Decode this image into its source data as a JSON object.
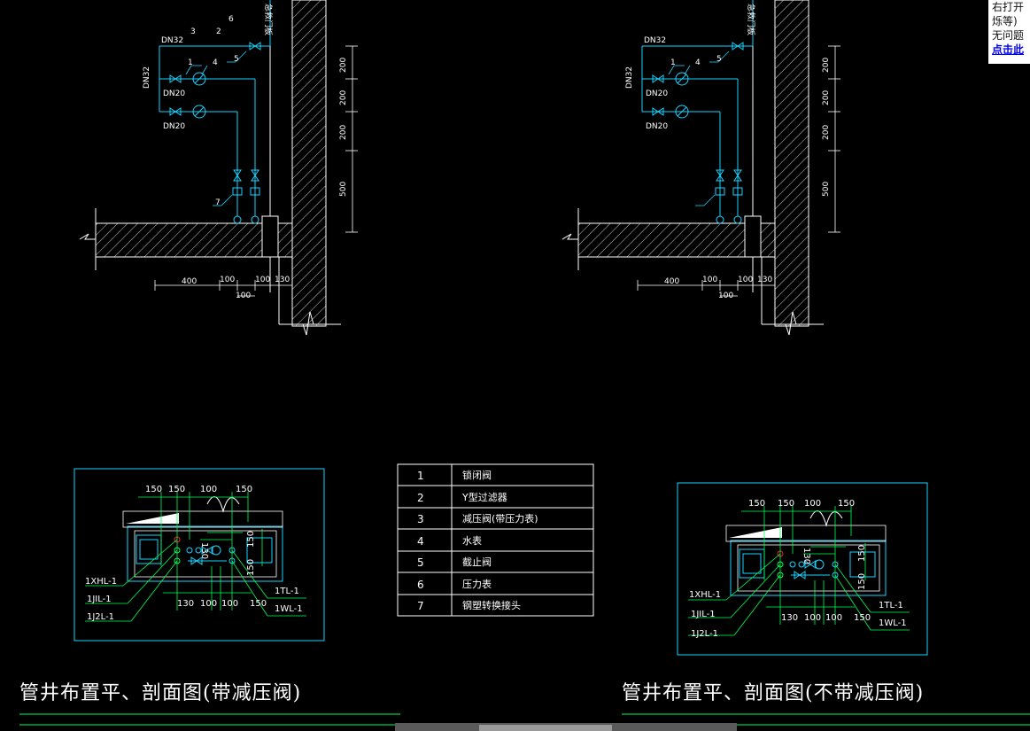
{
  "popup": {
    "line1": "右打开",
    "line2": "烁等)",
    "line3": "无问题",
    "link": "点击此"
  },
  "titles": {
    "left": "管井布置平、剖面图(带减压阀)",
    "right": "管井布置平、剖面图(不带减压阀)"
  },
  "legend": [
    {
      "num": "1",
      "name": "锁闭阀"
    },
    {
      "num": "2",
      "name": "Y型过滤器"
    },
    {
      "num": "3",
      "name": "减压阀(带压力表)"
    },
    {
      "num": "4",
      "name": "水表"
    },
    {
      "num": "5",
      "name": "截止阀"
    },
    {
      "num": "6",
      "name": "压力表"
    },
    {
      "num": "7",
      "name": "钢塑转换接头"
    }
  ],
  "section": {
    "dn32_top": "DN32",
    "dn32_side": "DN32",
    "dn20_a": "DN20",
    "dn20_b": "DN20",
    "vert_label": "急救门板",
    "vdims": [
      "200",
      "200",
      "200",
      "500"
    ],
    "hdims": [
      "400",
      "100",
      "100",
      "130"
    ],
    "hdim_sub": "100"
  },
  "plan": {
    "dims_top": [
      "150",
      "150",
      "100",
      "150"
    ],
    "dims_bottom": [
      "130",
      "100",
      "100",
      "150"
    ],
    "dim_inner": "130",
    "dim_side_a": "150",
    "dim_side_b": "150",
    "risers_left": [
      "1XHL-1",
      "1JIL-1",
      "1J2L-1"
    ],
    "risers_right": [
      "1TL-1",
      "1WL-1"
    ]
  },
  "colors": {
    "pipe": "#19d3ff",
    "dim": "#00ff55",
    "wall": "#ffffff",
    "text": "#ffffff",
    "red": "#ff2020"
  }
}
